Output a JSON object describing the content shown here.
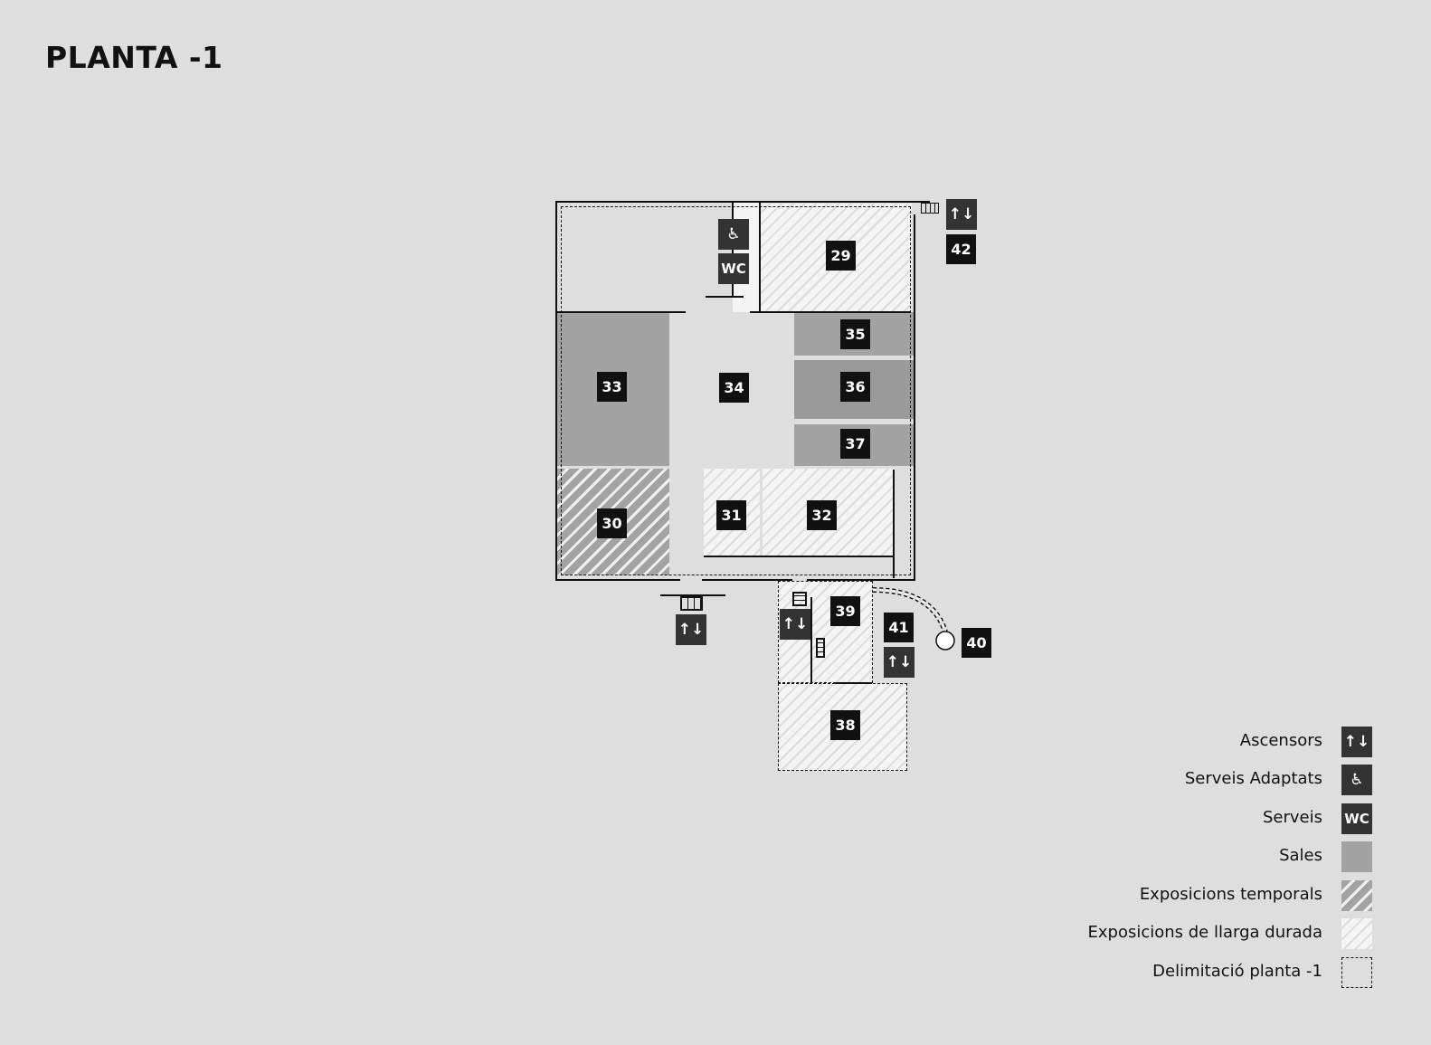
{
  "title": "PLANTA -1",
  "rooms": {
    "r29": "29",
    "r30": "30",
    "r31": "31",
    "r32": "32",
    "r33": "33",
    "r34": "34",
    "r35": "35",
    "r36": "36",
    "r37": "37",
    "r38": "38",
    "r39": "39",
    "r40": "40",
    "r41": "41",
    "r42": "42"
  },
  "icons": {
    "elevator": "↑↓",
    "accessible": "♿",
    "wc": "WC"
  },
  "legend": [
    {
      "label": "Ascensors",
      "icon": "elevator-icon"
    },
    {
      "label": "Serveis Adaptats",
      "icon": "accessible-icon"
    },
    {
      "label": "Serveis",
      "icon": "wc-icon"
    },
    {
      "label": "Sales",
      "icon": "sales-swatch"
    },
    {
      "label": "Exposicions temporals",
      "icon": "temporary-exhibitions-swatch"
    },
    {
      "label": "Exposicions de llarga durada",
      "icon": "long-term-exhibitions-swatch"
    },
    {
      "label": "Delimitació planta -1",
      "icon": "floor-boundary-swatch"
    }
  ],
  "colors": {
    "background": "#dedede",
    "sales": "#a3a3a3",
    "label": "#111111",
    "icon": "#333333"
  }
}
